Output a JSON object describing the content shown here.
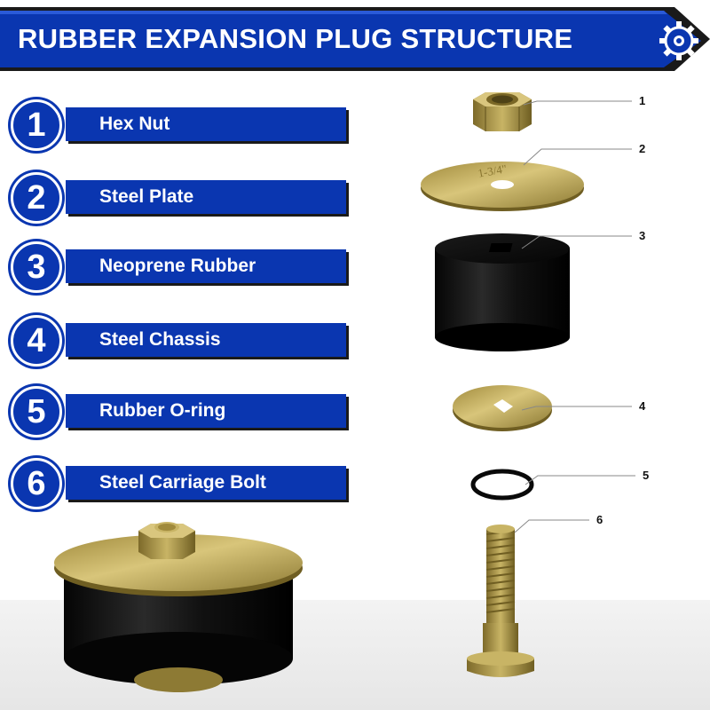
{
  "header": {
    "title": "RUBBER EXPANSION PLUG STRUCTURE",
    "icon": "gear-icon",
    "colors": {
      "primary": "#0a36b0",
      "dark": "#1a1a1a"
    }
  },
  "parts": [
    {
      "number": "1",
      "label": "Hex Nut"
    },
    {
      "number": "2",
      "label": "Steel Plate"
    },
    {
      "number": "3",
      "label": "Neoprene Rubber"
    },
    {
      "number": "4",
      "label": "Steel Chassis"
    },
    {
      "number": "5",
      "label": "Rubber O-ring"
    },
    {
      "number": "6",
      "label": "Steel Carriage Bolt"
    }
  ],
  "callouts": [
    "1",
    "2",
    "3",
    "4",
    "5",
    "6"
  ],
  "plate_marking": "1-3/4\""
}
